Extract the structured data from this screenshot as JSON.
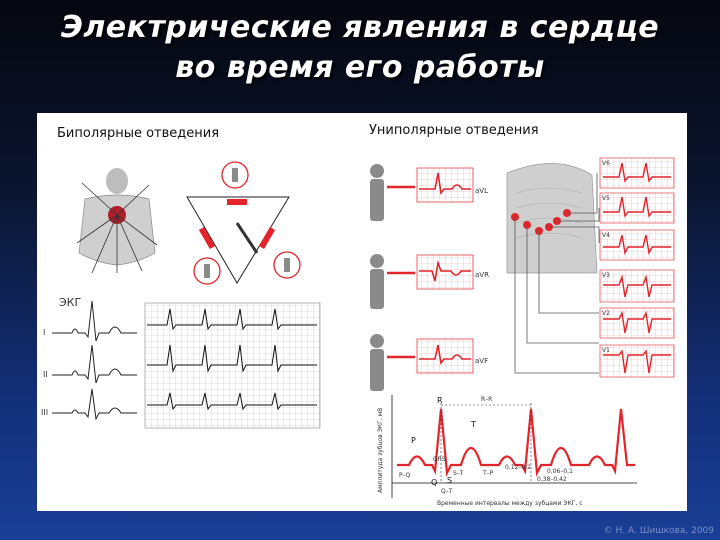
{
  "slide": {
    "title_line1": "Электрические явления в сердце",
    "title_line2": "во время его работы"
  },
  "panel": {
    "left_caption": "Биполярные отведения",
    "right_caption": "Униполярные отведения",
    "ekg_label": "ЭКГ",
    "lead_labels": [
      "I",
      "II",
      "III"
    ],
    "unipolar_leads": [
      "aVL",
      "aVR",
      "aVF"
    ],
    "chest_leads": [
      "V6",
      "V5",
      "V4",
      "V3",
      "V2",
      "V1"
    ],
    "wave_labels": [
      "P",
      "Q",
      "R",
      "S",
      "T"
    ],
    "interval_labels": [
      "P–Q",
      "QRS",
      "S–T",
      "Q–T",
      "T–P",
      "R–R"
    ],
    "interval_values": [
      "0,12–0,2",
      "0,06–0,1",
      "0,38–0,42"
    ],
    "axis_y_label": "Амплитуда зубцов ЭКГ, мВ",
    "axis_x_label": "Временные интервалы между зубцами ЭКГ, с"
  },
  "colors": {
    "accent_red": "#e2242b",
    "ecg_grid": "#f0a8a8",
    "title_text": "#ffffff"
  },
  "footer": {
    "credit": "© Н. А. Шишкова, 2009"
  }
}
